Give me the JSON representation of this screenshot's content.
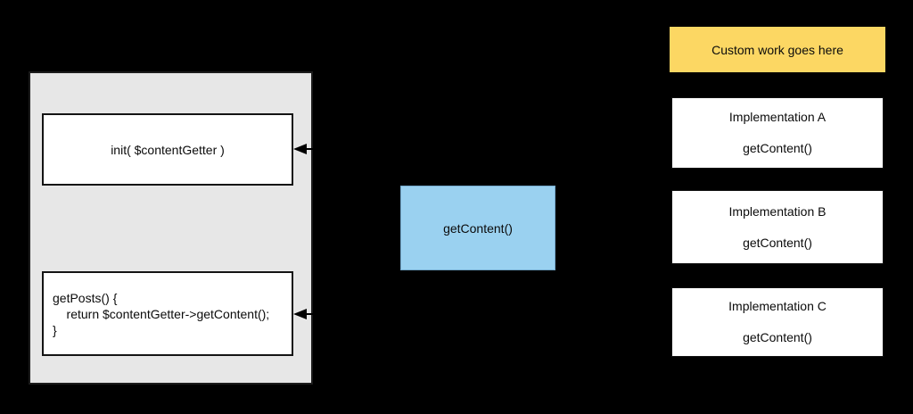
{
  "colors": {
    "background": "#000000",
    "client_container_fill": "#e7e7e7",
    "method_box_fill": "#ffffff",
    "box_border": "#141414",
    "interface_fill": "#9ad1f0",
    "interface_border": "#74a9cc",
    "banner_fill": "#fcd763",
    "arrow": "#000000",
    "text": "#0b0b0b"
  },
  "client": {
    "init_label": "init( $contentGetter )",
    "getposts_code": "getPosts() {\n    return $contentGetter->getContent();\n}"
  },
  "interface": {
    "label": "getContent()"
  },
  "banner": {
    "label": "Custom work goes here"
  },
  "implementations": [
    {
      "title": "Implementation A",
      "method": "getContent()"
    },
    {
      "title": "Implementation B",
      "method": "getContent()"
    },
    {
      "title": "Implementation C",
      "method": "getContent()"
    }
  ]
}
